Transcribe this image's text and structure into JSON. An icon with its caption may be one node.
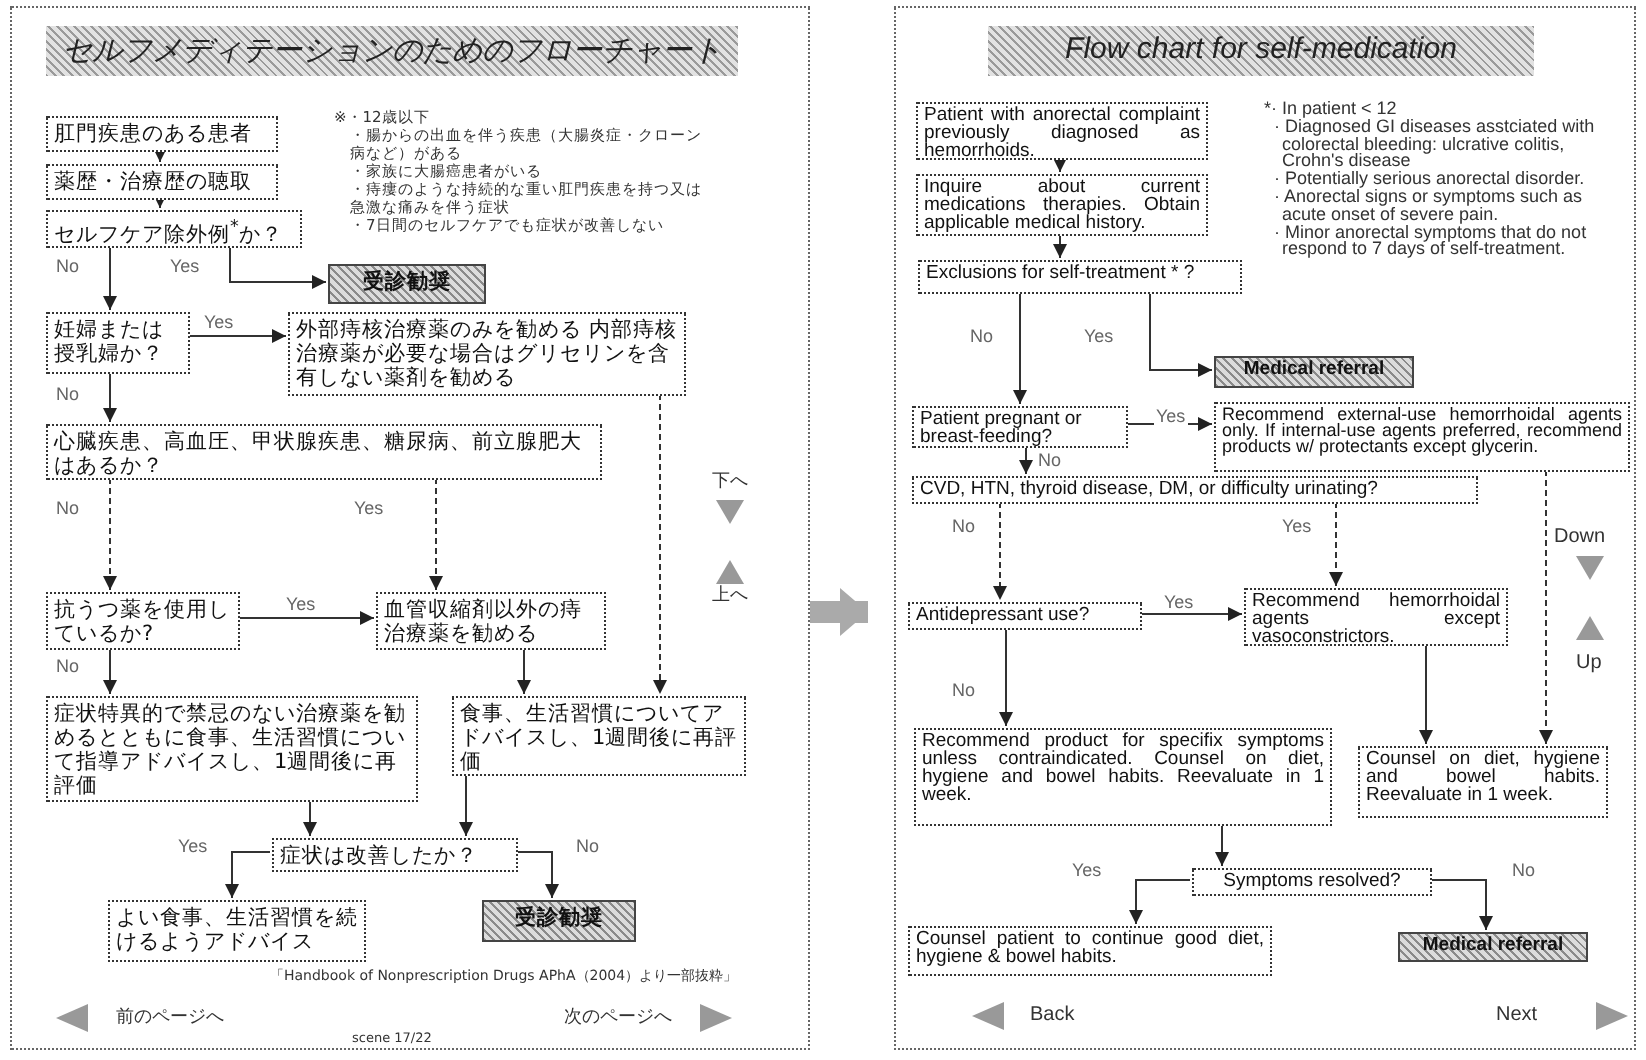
{
  "diagram": {
    "nodes": [
      {
        "text": [],
        "shape": "box"
      },
      {
        "text": [
          "セルフメディテーションのためのフローチャート"
        ],
        "in": 0
      },
      {
        "text": [
          "肛門疾患のある患者"
        ],
        "in": 0
      },
      {
        "text": [
          "薬歴・治療歴の聴取"
        ],
        "in": 0
      },
      {
        "text": [
          "セルフケア除外例$^{*}$か？"
        ],
        "in": 0
      },
      {
        "text": [
          "受診勧奨"
        ],
        "in": 0
      },
      {
        "text": [
          "妊婦または授乳婦か？"
        ],
        "in": 0
      },
      {
        "text": [
          "外部痔核治療薬のみを勧める 内部痔核治療薬が必要な場合はグリセリンを含有しない薬剤を勧める"
        ],
        "in": 0
      },
      {
        "text": [
          "心臓疾患、高血圧、甲状腺疾患、糖尿病、前立腺肥大はあるか？"
        ],
        "in": 0
      },
      {
        "text": [
          "抗うつ薬を使用しているか?"
        ],
        "in": 0
      },
      {
        "text": [
          "血管収縮剤以外の痔治療薬を勧める"
        ],
        "in": 0
      },
      {
        "text": [
          "症状特異的で禁忌のない治療薬を勧めるとともに食事、生活習慣について指導アドバイスし、1週間後に再評価"
        ],
        "in": 0
      },
      {
        "text": [
          "食事、生活習慣についてアドバイスし、1週間後に再評価"
        ],
        "in": 0
      },
      {
        "text": [
          "症状は改善したか？"
        ],
        "in": 0
      },
      {
        "text": [
          "よい食事、生活習慣を続けるようアドバイス"
        ],
        "in": 0
      },
      {
        "text": [
          "受診勧奨"
        ],
        "in": 0
      },
      {
        "text": [],
        "shape": "box"
      },
      {
        "text": [
          "Flow chart for self-medication"
        ],
        "in": 16
      },
      {
        "text": [
          "Patient with anorectal complaint previously diagnosed as hemorrhoids."
        ],
        "in": 16
      },
      {
        "text": [
          "Inquire about current medications therapies. Obtain applicable medical history."
        ],
        "in": 16
      },
      {
        "text": [
          "Exclusions for self-treatment * ?"
        ],
        "in": 16
      },
      {
        "text": [
          "Medical referral"
        ],
        "in": 16
      },
      {
        "text": [
          "Patient pregnant or breast-feeding?"
        ],
        "in": 16
      },
      {
        "text": [
          "Recommend external-use hemorrhoidal agents only. If internal-use agents preferred, recommend products w/ protectants except glycerin."
        ],
        "in": 16
      },
      {
        "text": [
          "CVD, HTN, thyroid disease, DM, or difficulty urinating?"
        ],
        "in": 16
      },
      {
        "text": [
          "Antidepressant use?"
        ],
        "in": 16
      },
      {
        "text": [
          "Recommend hemorrhoidal agents except vasoconstrictors."
        ],
        "in": 16
      },
      {
        "text": [
          "Recommend product for specifix symptoms unless contraindicated. Counsel on diet, hygiene and bowel habits. Reevaluate in 1 week."
        ],
        "in": 16
      },
      {
        "text": [
          "Counsel on diet, hygiene and bowel habits. Reevaluate in 1 week."
        ],
        "in": 16
      },
      {
        "text": [
          "Symptoms resolved?"
        ],
        "in": 16
      },
      {
        "text": [
          "Counsel patient to continue good diet, hygiene & bowel habits."
        ],
        "in": 16
      },
      {
        "text": [
          "Medical referral"
        ],
        "in": 16
      }
    ],
    "edges": [
      {
        "from": 0,
        "to": 16,
        "arrow": "to",
        "style": "thick",
        "color": "#aaaaaa"
      },
      {
        "from": 2,
        "to": 3,
        "arrow": "to"
      },
      {
        "from": 3,
        "to": 4,
        "arrow": "to"
      },
      {
        "from": 4,
        "to": 5,
        "arrow": "to",
        "label": "Yes"
      },
      {
        "from": 4,
        "to": 6,
        "arrow": "to",
        "label": "No"
      },
      {
        "from": 6,
        "to": 7,
        "arrow": "to",
        "label": "Yes"
      },
      {
        "from": 6,
        "to": 8,
        "arrow": "to",
        "label": "No"
      },
      {
        "from": 7,
        "to": 12,
        "arrow": "to",
        "style": "dashed"
      },
      {
        "from": 8,
        "to": 9,
        "arrow": "to",
        "label": "No",
        "style": "dashed"
      },
      {
        "from": 8,
        "to": 10,
        "arrow": "to",
        "label": "Yes",
        "style": "dashed"
      },
      {
        "from": 9,
        "to": 10,
        "arrow": "to",
        "label": "Yes"
      },
      {
        "from": 9,
        "to": 11,
        "arrow": "to",
        "label": "No"
      },
      {
        "from": 10,
        "to": 12,
        "arrow": "to"
      },
      {
        "from": 11,
        "to": 13,
        "arrow": "to"
      },
      {
        "from": 12,
        "to": 13,
        "arrow": "to"
      },
      {
        "from": 13,
        "to": 14,
        "arrow": "to",
        "label": "Yes"
      },
      {
        "from": 13,
        "to": 15,
        "arrow": "to",
        "label": "No"
      },
      {
        "from": 18,
        "to": 19,
        "arrow": "to"
      },
      {
        "from": 19,
        "to": 20,
        "arrow": "to"
      },
      {
        "from": 20,
        "to": 21,
        "arrow": "to",
        "label": "Yes"
      },
      {
        "from": 20,
        "to": 22,
        "arrow": "to",
        "label": "No"
      },
      {
        "from": 22,
        "to": 23,
        "arrow": "to",
        "label": "Yes"
      },
      {
        "from": 22,
        "to": 24,
        "arrow": "to",
        "label": "No"
      },
      {
        "from": 24,
        "to": 25,
        "arrow": "to",
        "label": "No",
        "style": "dashed"
      },
      {
        "from": 24,
        "to": 26,
        "arrow": "to",
        "label": "Yes",
        "style": "dashed"
      },
      {
        "from": 25,
        "to": 26,
        "arrow": "to",
        "label": "Yes"
      },
      {
        "from": 25,
        "to": 27,
        "arrow": "to",
        "label": "No"
      },
      {
        "from": 26,
        "to": 28,
        "arrow": "to"
      },
      {
        "from": 23,
        "to": 28,
        "arrow": "to",
        "style": "dashed"
      },
      {
        "from": 27,
        "to": 29,
        "arrow": "to"
      },
      {
        "from": 29,
        "to": 30,
        "arrow": "to",
        "label": "Yes"
      },
      {
        "from": 29,
        "to": 31,
        "arrow": "to",
        "label": "No"
      }
    ],
    "labels": [
      "※・12歳以下",
      "・腸からの出血を伴う疾患（大腸炎症・クローン病など）がある",
      "・家族に大腸癌患者がいる",
      "・痔瘻のような持続的な重い肛門疾患を持つ又は急激な痛みを伴う症状",
      "・7日間のセルフケアでも症状が改善しない",
      "下へ",
      "上へ",
      "「Handbook of Nonprescription Drugs APhA（2004）より一部抜粋」",
      "前のページへ",
      "次のページへ",
      "scene 17/22",
      "*· In patient < 12",
      "· Diagnosed GI diseases asstciated with colorectal bleeding: ulcrative colitis, Crohn's disease",
      "· Potentially serious anorectal disorder.",
      "· Anorectal signs or symptoms such as acute onset of severe pain.",
      "· Minor anorectal symptoms that do not respond to 7 days of self-treatment.",
      "Down",
      "Up",
      "Back",
      "Next"
    ]
  }
}
